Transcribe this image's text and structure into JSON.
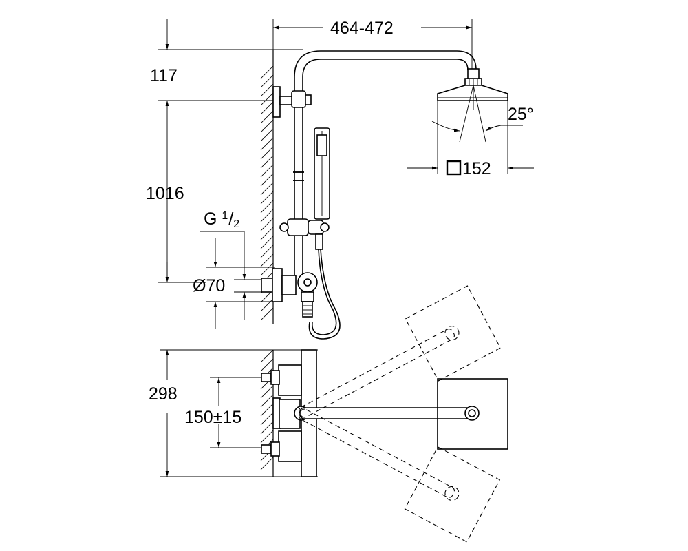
{
  "dimensions": {
    "projection_width": "464-472",
    "top_offset": "117",
    "column_height": "1016",
    "thread_main": "G ",
    "thread_num": "1",
    "thread_slash": "/",
    "thread_den": "2",
    "rosette_diameter": "Ø70",
    "spray_angle": "25°",
    "head_size": "152",
    "body_height": "298",
    "inlet_spacing": "150±15"
  }
}
